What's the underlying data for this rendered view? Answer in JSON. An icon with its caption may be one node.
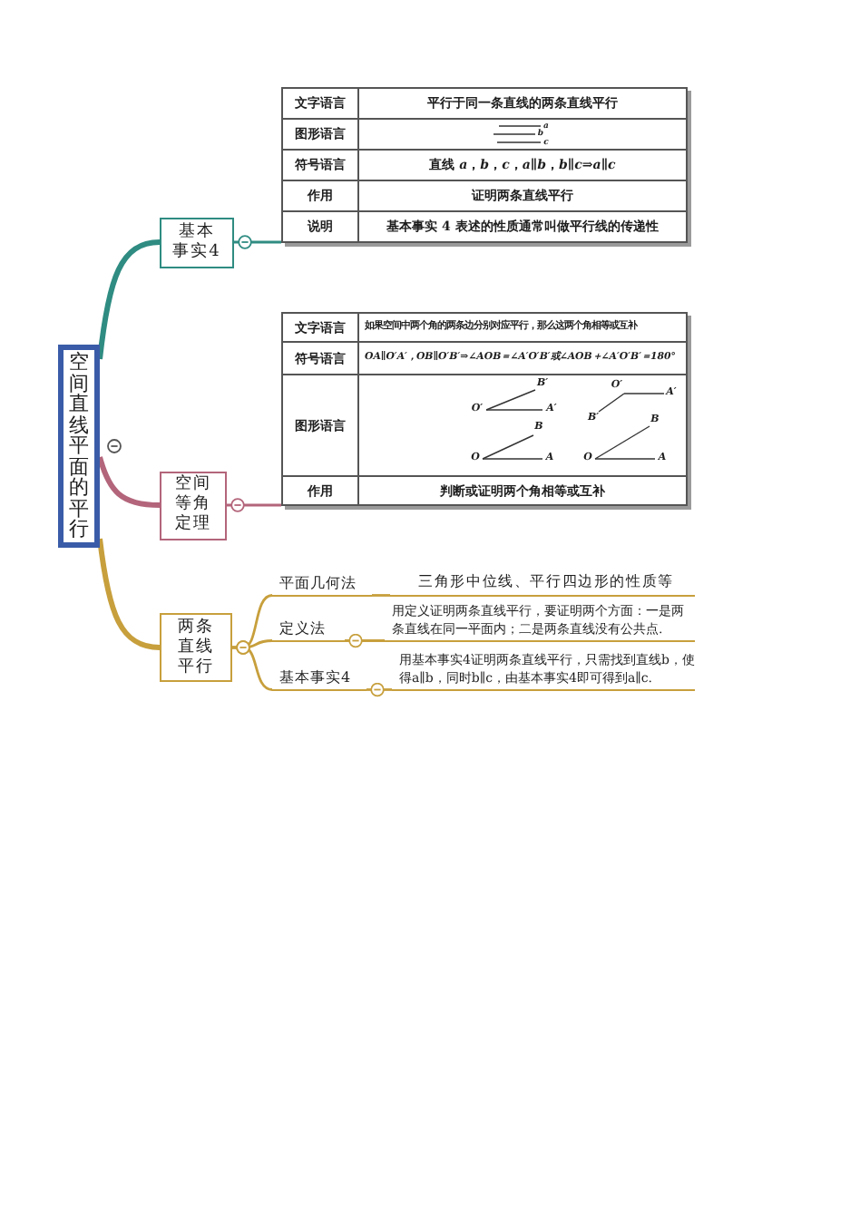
{
  "diagram": {
    "nodes": [
      {
        "text": [
          "空间直线平面的平行"
        ]
      },
      {
        "text": [
          "基本事实4"
        ]
      },
      {
        "text": [
          "文字语言",
          "平行于同一条直线的两条直线平行",
          "图形语言",
          "a",
          "b",
          "c",
          "符号语言",
          "直线 *a*，*b*，*c*，*a*∥*b*，*b*∥*c*⇒*a*∥*c*",
          "作用",
          "证明两条直线平行",
          "说明",
          "基本事实 4 表述的性质通常叫做平行线的传递性"
        ]
      },
      {
        "text": [
          "空间等角定理"
        ]
      },
      {
        "text": [
          "文字语言",
          "如果空间中两个角的两条边分别对应平行，那么这两个角相等或互补",
          "符号语言",
          "OA∥O′A′，OB∥O′B′⇒∠AOB＝∠A′O′B′或∠AOB＋∠A′O′B′＝180°",
          "图形语言",
          "B′",
          "O′",
          "A′",
          "O′",
          "A′",
          "B′",
          "B",
          "O",
          "A",
          "B",
          "O",
          "A",
          "作用",
          "判断或证明两个角相等或互补"
        ]
      },
      {
        "text": [
          "两条直线平行"
        ]
      },
      {
        "text": [
          "平面几何法"
        ]
      },
      {
        "text": [
          "三角形中位线、平行四边形的性质等"
        ]
      },
      {
        "text": [
          "定义法"
        ]
      },
      {
        "text": [
          "用定义证明两条直线平行，要证明两个方面：一是两条直线在同一平面内；二是两条直线没有公共点."
        ]
      },
      {
        "text": [
          "基本事实4"
        ]
      },
      {
        "text": [
          "用基本事实4证明两条直线平行，只需找到直线b，使得a∥b，同时b∥c，由基本事实4即可得到a∥c."
        ]
      }
    ],
    "edges": [
      {
        "from": 0,
        "to": 1,
        "arrow": "none",
        "style": "thick",
        "color": "#2f8c82"
      },
      {
        "from": 1,
        "to": 2,
        "arrow": "other",
        "color": "#2f8c82"
      },
      {
        "from": 0,
        "to": 3,
        "arrow": "none",
        "style": "thick",
        "color": "#b3657b"
      },
      {
        "from": 3,
        "to": 4,
        "arrow": "other",
        "color": "#b3657b"
      },
      {
        "from": 0,
        "to": 5,
        "arrow": "none",
        "style": "thick"
      },
      {
        "from": 5,
        "to": 6,
        "arrow": "other"
      },
      {
        "from": 6,
        "to": 7,
        "arrow": "none"
      },
      {
        "from": 5,
        "to": 8,
        "arrow": "other"
      },
      {
        "from": 8,
        "to": 9,
        "arrow": "other"
      },
      {
        "from": 5,
        "to": 10,
        "arrow": "other"
      },
      {
        "from": 10,
        "to": 11,
        "arrow": "other"
      }
    ]
  }
}
